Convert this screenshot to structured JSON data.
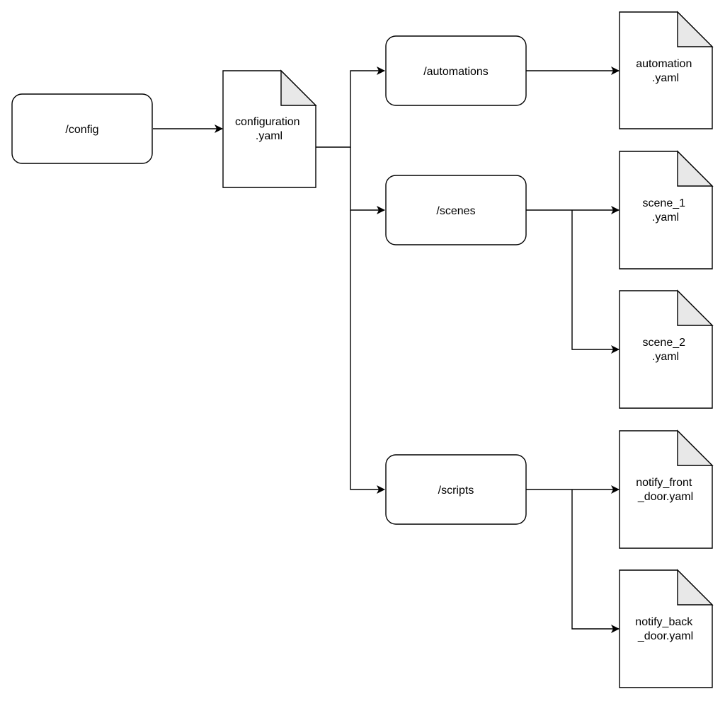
{
  "diagram": {
    "folders": {
      "config": "/config",
      "automations": "/automations",
      "scenes": "/scenes",
      "scripts": "/scripts"
    },
    "files": {
      "configuration": [
        "configuration",
        ".yaml"
      ],
      "automation": [
        "automation",
        ".yaml"
      ],
      "scene_1": [
        "scene_1",
        ".yaml"
      ],
      "scene_2": [
        "scene_2",
        ".yaml"
      ],
      "notify_front": [
        "notify_front",
        "_door.yaml"
      ],
      "notify_back": [
        "notify_back",
        "_door.yaml"
      ]
    },
    "edges": [
      {
        "from": "config",
        "to": "configuration"
      },
      {
        "from": "configuration",
        "to": "automations"
      },
      {
        "from": "configuration",
        "to": "scenes"
      },
      {
        "from": "configuration",
        "to": "scripts"
      },
      {
        "from": "automations",
        "to": "automation"
      },
      {
        "from": "scenes",
        "to": "scene_1"
      },
      {
        "from": "scenes",
        "to": "scene_2"
      },
      {
        "from": "scripts",
        "to": "notify_front"
      },
      {
        "from": "scripts",
        "to": "notify_back"
      }
    ]
  }
}
